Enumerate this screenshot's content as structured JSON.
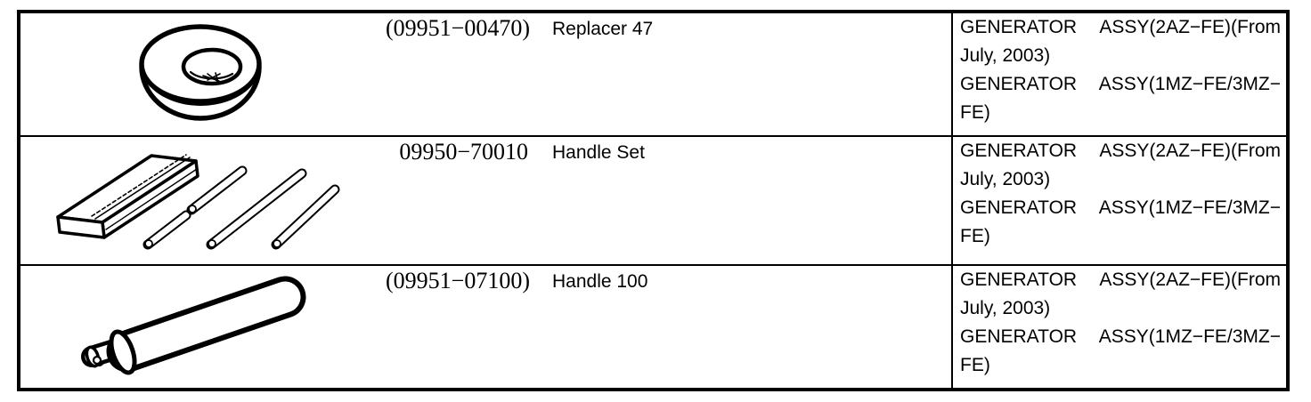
{
  "colors": {
    "background": "#ffffff",
    "border": "#000000",
    "text": "#000000"
  },
  "table": {
    "rows": [
      {
        "illustration": "round replacer disc with center hole",
        "part_number": "(09951−00470)",
        "tool_name": "Replacer 47",
        "applications": [
          {
            "text": "GENERATOR ASSY(2AZ−FE)(From July, 2003)",
            "lines": [
              "GENERATOR ASSY(2AZ−FE)(From",
              "July, 2003)"
            ]
          },
          {
            "text": "GENERATOR ASSY(1MZ−FE/3MZ−FE)",
            "lines": [
              "GENERATOR ASSY(1MZ−FE/3MZ−",
              "FE)"
            ]
          }
        ]
      },
      {
        "illustration": "tool case with four handle rods",
        "part_number": "09950−70010",
        "tool_name": "Handle Set",
        "applications": [
          {
            "text": "GENERATOR ASSY(2AZ−FE)(From July, 2003)",
            "lines": [
              "GENERATOR ASSY(2AZ−FE)(From",
              "July, 2003)"
            ]
          },
          {
            "text": "GENERATOR ASSY(1MZ−FE/3MZ−FE)",
            "lines": [
              "GENERATOR ASSY(1MZ−FE/3MZ−",
              "FE)"
            ]
          }
        ]
      },
      {
        "illustration": "cylindrical handle with stepped tip",
        "part_number": "(09951−07100)",
        "tool_name": "Handle 100",
        "applications": [
          {
            "text": "GENERATOR ASSY(2AZ−FE)(From July, 2003)",
            "lines": [
              "GENERATOR ASSY(2AZ−FE)(From",
              "July, 2003)"
            ]
          },
          {
            "text": "GENERATOR ASSY(1MZ−FE/3MZ−FE)",
            "lines": [
              "GENERATOR ASSY(1MZ−FE/3MZ−",
              "FE)"
            ]
          }
        ]
      }
    ]
  }
}
